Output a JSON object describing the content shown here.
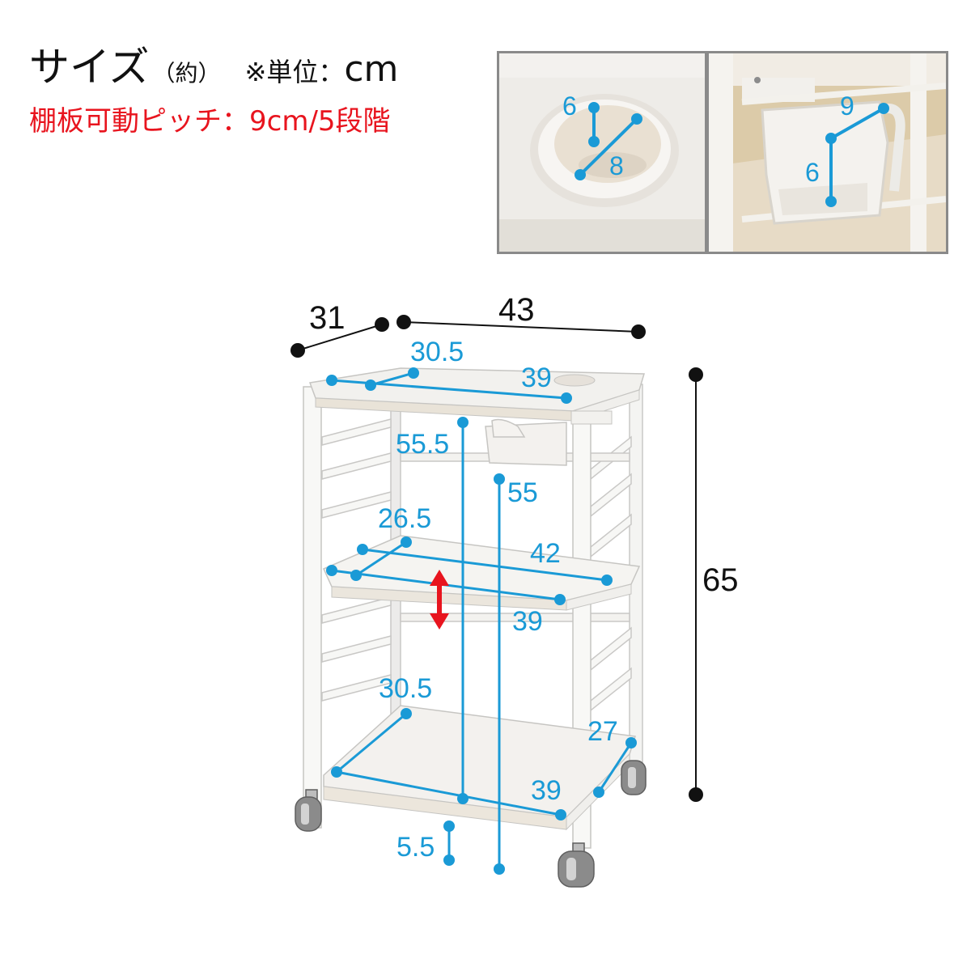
{
  "header": {
    "title": "サイズ",
    "approx": "（約）",
    "unit_prefix": "※単位：",
    "unit": "cm",
    "subtitle": "棚板可動ピッチ：9cm/5段階"
  },
  "colors": {
    "dimension_blue": "#1a9ad6",
    "accent_red": "#e8141e",
    "frame": "#f4f4f2",
    "wood": "#efe9df"
  },
  "photos": {
    "left": {
      "label_a": "6",
      "label_b": "8"
    },
    "right": {
      "label_a": "9",
      "label_b": "6"
    }
  },
  "dimensions": {
    "depth": "31",
    "width": "43",
    "height": "65",
    "top_depth": "30.5",
    "top_width": "39",
    "top_clearance": "55.5",
    "holder_clearance": "55",
    "mid_depth": "26.5",
    "mid_width_outer": "42",
    "mid_width_inner": "39",
    "bottom_depth": "30.5",
    "bottom_side": "27",
    "bottom_width": "39",
    "floor_clearance": "5.5"
  }
}
